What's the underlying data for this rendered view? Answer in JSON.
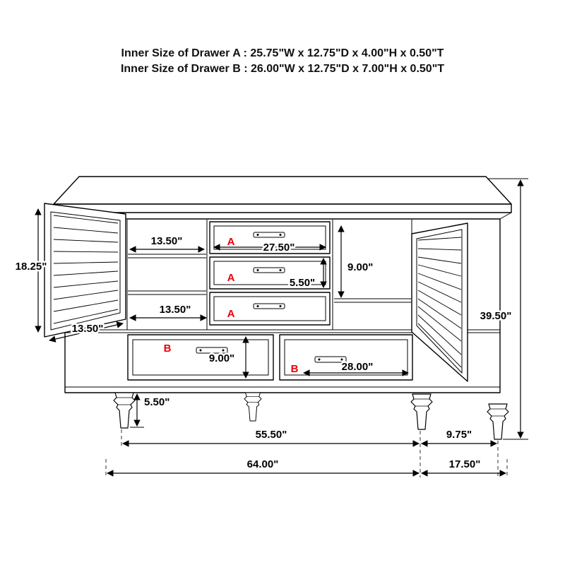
{
  "title": {
    "line1": "Inner Size of Drawer A : 25.75\"W x 12.75\"D x 4.00\"H x 0.50\"T",
    "line2": "Inner Size of Drawer B : 26.00\"W x 12.75\"D x 7.00\"H x 0.50\"T"
  },
  "drawer_labels": {
    "a": "A",
    "b": "B"
  },
  "annotations": {
    "shelf_width_top": "13.50\"",
    "door_open_height": "18.25\"",
    "drawer_a_width": "27.50\"",
    "open_shelf_height": "9.00\"",
    "drawer_a_height": "5.50\"",
    "shelf_width_bottom": "13.50\"",
    "door_width": "13.50\"",
    "drawer_b_height": "9.00\"",
    "drawer_b_width": "28.00\"",
    "leg_height": "5.50\"",
    "overall_height": "39.50\"",
    "front_leg_span": "55.50\"",
    "side_leg_span": "9.75\"",
    "overall_width": "64.00\"",
    "overall_depth": "17.50\""
  },
  "colors": {
    "label_accent": "#e8000d",
    "line": "#000000",
    "background": "#ffffff"
  }
}
